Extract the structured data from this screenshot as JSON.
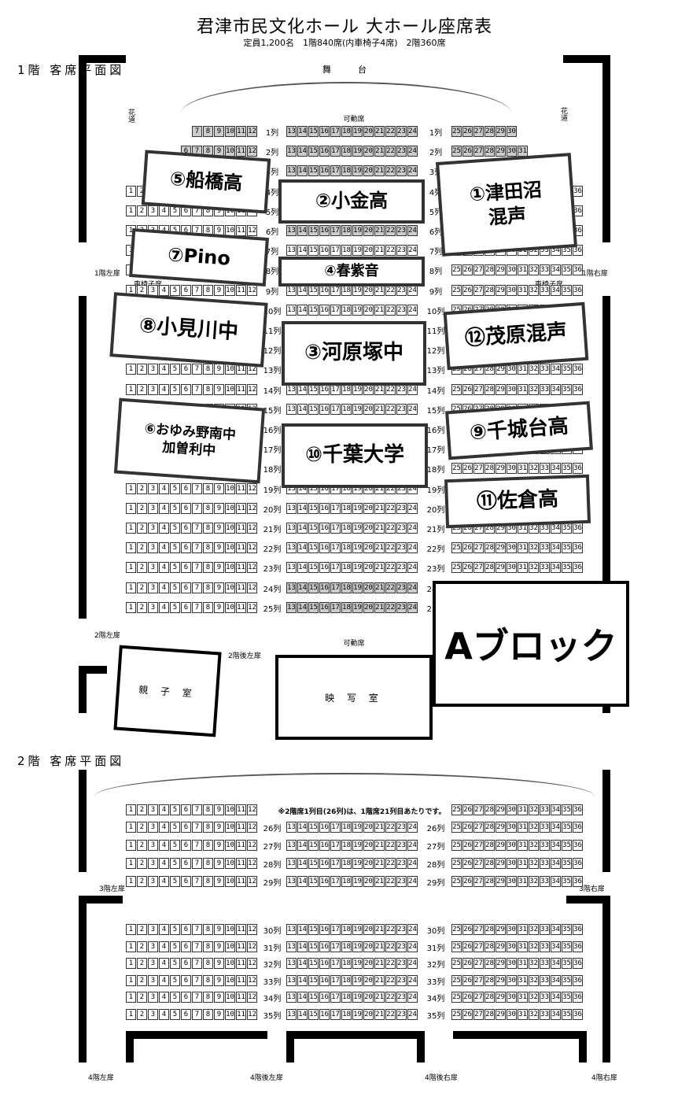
{
  "header": {
    "title": "君津市民文化ホール 大ホール座席表",
    "subtitle": "定員1,200名　1階840席(内車椅子4席)　2階360席"
  },
  "floor1": {
    "heading": "1階 客席平面図",
    "stage": "舞　　台",
    "hanamichi_left": "花道",
    "hanamichi_right": "花道",
    "movable_seats_top": "可動席",
    "movable_seats_bottom": "可動席",
    "door_left_1": "1階左扉",
    "door_right_1": "1階右扉",
    "wheelchair_left": "車椅子席",
    "wheelchair_right": "車椅子席",
    "door_left_2": "2階左扉",
    "door_rear_left_2": "2階後左扉",
    "parent_child_room": "親 子 室",
    "projection_room": "映 写 室",
    "row_labels": [
      "1列",
      "2列",
      "3列",
      "4列",
      "5列",
      "6列",
      "7列",
      "8列",
      "9列",
      "10列",
      "11列",
      "12列",
      "13列",
      "14列",
      "15列",
      "16列",
      "17列",
      "18列",
      "19列",
      "20列",
      "21列",
      "22列",
      "23列",
      "24列",
      "25列"
    ]
  },
  "groups": [
    {
      "id": "g5",
      "label": "⑤船橋高"
    },
    {
      "id": "g2",
      "label": "②小金高"
    },
    {
      "id": "g1",
      "label": "①津田沼\n混声"
    },
    {
      "id": "g7",
      "label": "⑦Pino"
    },
    {
      "id": "g4",
      "label": "④春紫音"
    },
    {
      "id": "g8",
      "label": "⑧小見川中"
    },
    {
      "id": "g3",
      "label": "③河原塚中"
    },
    {
      "id": "g12",
      "label": "⑫茂原混声"
    },
    {
      "id": "g6",
      "label": "⑥おゆみ野南中\n加曽利中"
    },
    {
      "id": "g10",
      "label": "⑩千葉大学"
    },
    {
      "id": "g9",
      "label": "⑨千城台高"
    },
    {
      "id": "g11",
      "label": "⑪佐倉高"
    }
  ],
  "block_label": "Aブロック",
  "floor2": {
    "heading": "2階 客席平面図",
    "note": "※2階席1列目(26列)は、1階席21列目あたりです。",
    "door_left_3": "3階左扉",
    "door_right_3": "3階右扉",
    "door_left_4": "4階左扉",
    "door_rear_left_4": "4階後左扉",
    "door_rear_right_4": "4階後右扉",
    "door_right_4": "4階右扉",
    "row_labels": [
      "26列",
      "27列",
      "28列",
      "29列",
      "30列",
      "31列",
      "32列",
      "33列",
      "34列",
      "35列"
    ]
  },
  "seats": {
    "left_block": [
      "1",
      "2",
      "3",
      "4",
      "5",
      "6",
      "7",
      "8",
      "9",
      "10",
      "11",
      "12"
    ],
    "center_block": [
      "13",
      "14",
      "15",
      "16",
      "17",
      "18",
      "19",
      "20",
      "21",
      "22",
      "23",
      "24"
    ],
    "right_block": [
      "25",
      "26",
      "27",
      "28",
      "29",
      "30",
      "31",
      "32",
      "33",
      "34",
      "35",
      "36"
    ]
  }
}
